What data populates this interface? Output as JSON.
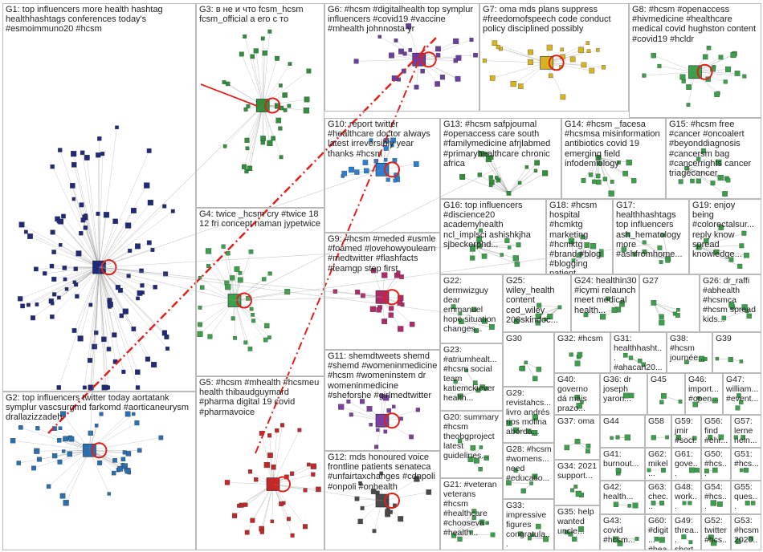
{
  "title": "",
  "colors": {
    "background": "#ffffff",
    "frame": "#b9b9b9",
    "label_text": "#222222",
    "cross_edge": "#e0201b",
    "link_edge": "#9a9a9a",
    "self_loop": "#e0201b"
  },
  "groups": [
    {
      "id": "G1",
      "label": "G1: top influencers more health hashtag healthhashtags conferences today's #esmoimmuno20 #hcsm",
      "node_color": "#1f2a7a"
    },
    {
      "id": "G2",
      "label": "G2: top influencers twitter today aortatank symplur vascsurgmd farkomd #aorticaneurysm drallazizzadeh",
      "node_color": "#2a6fb0"
    },
    {
      "id": "G3",
      "label": "G3: в не и что fcsm_hcsm fcsm_official а его с то",
      "node_color": "#2f8f3a"
    },
    {
      "id": "G4",
      "label": "G4: twice _hcsm cry #twice 18 12 fri concept naman jypetwice",
      "node_color": "#3aa04a"
    },
    {
      "id": "G5",
      "label": "G5: #hcsm #mhealth #hcsmeu health thibaudguymard #pharma digital 19 covid #pharmavoice",
      "node_color": "#c0282a"
    },
    {
      "id": "G6",
      "label": "G6: #hcsm #digitalhealth top symplur influencers #covid19 #vaccine #mhealth johnnosta yr",
      "node_color": "#6a3fa0"
    },
    {
      "id": "G7",
      "label": "G7: oma mds plans suppress #freedomofspeech code conduct policy disciplined possibly",
      "node_color": "#d8b21f"
    },
    {
      "id": "G8",
      "label": "G8: #hcsm #openaccess #hivmedicine #healthcare medical covid hughston content #covid19 #hcldr",
      "node_color": "#3aa04a"
    },
    {
      "id": "G9",
      "label": "G9: #hcsm #meded #usmle #foamed #lovehowyoulearn #medtwitter #flashfacts #teamgp step first",
      "node_color": "#b02a6a"
    },
    {
      "id": "G10",
      "label": "G10: report twitter #healthcare doctor always latest irreversibly year thanks #hcsm",
      "node_color": "#2a7fd0"
    },
    {
      "id": "G11",
      "label": "G11: shemdtweets shemd #shemd #womeninmedicine #hcsm #womeninstem dr womeninmedicine #sheforshe #girlmedtwitter",
      "node_color": "#7a3fa0"
    },
    {
      "id": "G12",
      "label": "G12: mds honoured voice frontline patients senateca #unfairtaxchanges #cdnpoli #onpoli #onhealth",
      "node_color": "#4a4a4a"
    },
    {
      "id": "G13",
      "label": "G13: #hcsm safpjournal #openaccess care south #familymedicine afrjlabmed #primaryhealthcare chronic africa",
      "node_color": "#2f8f3a"
    },
    {
      "id": "G14",
      "label": "G14: #hcsm _facesa #hcsmsa misinformation antibiotics covid 19 emerging field infodemiology",
      "node_color": "#3aa04a"
    },
    {
      "id": "G15",
      "label": "G15: #hcsm free #cancer #oncoalert #beyonddiagnosis #cancersm bag #cancerrights cancer triagecancer",
      "node_color": "#3aa04a"
    },
    {
      "id": "G16",
      "label": "G16: top influencers #discience20 academyhealth ncl_implsci ashishkjha sjbeckerphd...",
      "node_color": "#3aa04a"
    },
    {
      "id": "G17",
      "label": "G17: healthhashtags top influencers ash_hematology more #ashfromhome...",
      "node_color": "#3aa04a"
    },
    {
      "id": "G18",
      "label": "G18: #hcsm hospital #hcmktg marketing #hcmktg #brand #blog #blogging patient #hospitals",
      "node_color": "#3aa04a"
    },
    {
      "id": "G19",
      "label": "G19: enjoy being #colorectalsur... reply know spread knowledge...",
      "node_color": "#3aa04a"
    },
    {
      "id": "G20",
      "label": "G20: summary #hcsm theobgproject latest guidelines...",
      "node_color": "#3aa04a"
    },
    {
      "id": "G21",
      "label": "G21: #veteran veterans #hcsm #healthcare #chooseva #health...",
      "node_color": "#3aa04a"
    },
    {
      "id": "G22",
      "label": "G22: dermwizguy dear emmanuel hope situation changes...",
      "node_color": "#3aa04a"
    },
    {
      "id": "G23",
      "label": "G23: #atriumhealt... #hcsm social team katiemckiever health...",
      "node_color": "#3aa04a"
    },
    {
      "id": "G24",
      "label": "G24: healthin30 #icymi relaunch meet medical health...",
      "node_color": "#3aa04a"
    },
    {
      "id": "G25",
      "label": "G25: wiley_health content ced_wiley 208skindoc...",
      "node_color": "#3aa04a"
    },
    {
      "id": "G26",
      "label": "G26: dr_raffi #abhealth #hcsmca #hcsm spread kids...",
      "node_color": "#3aa04a"
    },
    {
      "id": "G27",
      "label": "G27",
      "node_color": "#3aa04a"
    },
    {
      "id": "G28",
      "label": "G28: #hcsm #womens... need #educatio...",
      "node_color": "#3aa04a"
    },
    {
      "id": "G29",
      "label": "G29: revistahcs... livro andrés rios molina aborda...",
      "node_color": "#3aa04a"
    },
    {
      "id": "G30",
      "label": "G30",
      "node_color": "#3aa04a"
    },
    {
      "id": "G31",
      "label": "G31: healthhasht... #ahacan20...",
      "node_color": "#3aa04a"
    },
    {
      "id": "G32",
      "label": "G32: #hcsm",
      "node_color": "#3aa04a"
    },
    {
      "id": "G33",
      "label": "G33: impressive figures congratula...",
      "node_color": "#3aa04a"
    },
    {
      "id": "G34",
      "label": "G34: 2021 support...",
      "node_color": "#3aa04a"
    },
    {
      "id": "G35",
      "label": "G35: help wanted uncle...",
      "node_color": "#3aa04a"
    },
    {
      "id": "G36",
      "label": "G36: dr joseph yaron...",
      "node_color": "#3aa04a"
    },
    {
      "id": "G37",
      "label": "G37: oma",
      "node_color": "#3aa04a"
    },
    {
      "id": "G38",
      "label": "G38: #hcsm journée...",
      "node_color": "#3aa04a"
    },
    {
      "id": "G39",
      "label": "G39",
      "node_color": "#3aa04a"
    },
    {
      "id": "G40",
      "label": "G40: governo dá mais prazo...",
      "node_color": "#3aa04a"
    },
    {
      "id": "G41",
      "label": "G41: burnout...",
      "node_color": "#3aa04a"
    },
    {
      "id": "G42",
      "label": "G42: health...",
      "node_color": "#3aa04a"
    },
    {
      "id": "G43",
      "label": "G43: covid #hcsm...",
      "node_color": "#3aa04a"
    },
    {
      "id": "G44",
      "label": "G44",
      "node_color": "#3aa04a"
    },
    {
      "id": "G45",
      "label": "G45",
      "node_color": "#3aa04a"
    },
    {
      "id": "G46",
      "label": "G46: import... #open...",
      "node_color": "#3aa04a"
    },
    {
      "id": "G47",
      "label": "G47: william... #event...",
      "node_color": "#3aa04a"
    },
    {
      "id": "G48",
      "label": "G48: work...",
      "node_color": "#3aa04a"
    },
    {
      "id": "G49",
      "label": "G49: threa... short...",
      "node_color": "#3aa04a"
    },
    {
      "id": "G50",
      "label": "G50: #hcs...",
      "node_color": "#3aa04a"
    },
    {
      "id": "G51",
      "label": "G51: #hcs...",
      "node_color": "#3aa04a"
    },
    {
      "id": "G52",
      "label": "G52: twitter #hcs...",
      "node_color": "#3aa04a"
    },
    {
      "id": "G53",
      "label": "G53: #hcsm 2020...",
      "node_color": "#3aa04a"
    },
    {
      "id": "G54",
      "label": "G54: #hcs...",
      "node_color": "#3aa04a"
    },
    {
      "id": "G55",
      "label": "G55: ques...",
      "node_color": "#3aa04a"
    },
    {
      "id": "G56",
      "label": "G56: find #ehr...",
      "node_color": "#3aa04a"
    },
    {
      "id": "G57",
      "label": "G57: lerne nein...",
      "node_color": "#3aa04a"
    },
    {
      "id": "G58",
      "label": "G58",
      "node_color": "#3aa04a"
    },
    {
      "id": "G59",
      "label": "G59: jmir #soci...",
      "node_color": "#3aa04a"
    },
    {
      "id": "G60",
      "label": "G60: #digit... #hea...",
      "node_color": "#3aa04a"
    },
    {
      "id": "G61",
      "label": "G61: gove...",
      "node_color": "#3aa04a"
    },
    {
      "id": "G62",
      "label": "G62: mikel...",
      "node_color": "#3aa04a"
    },
    {
      "id": "G63",
      "label": "G63: chec...",
      "node_color": "#3aa04a"
    }
  ]
}
